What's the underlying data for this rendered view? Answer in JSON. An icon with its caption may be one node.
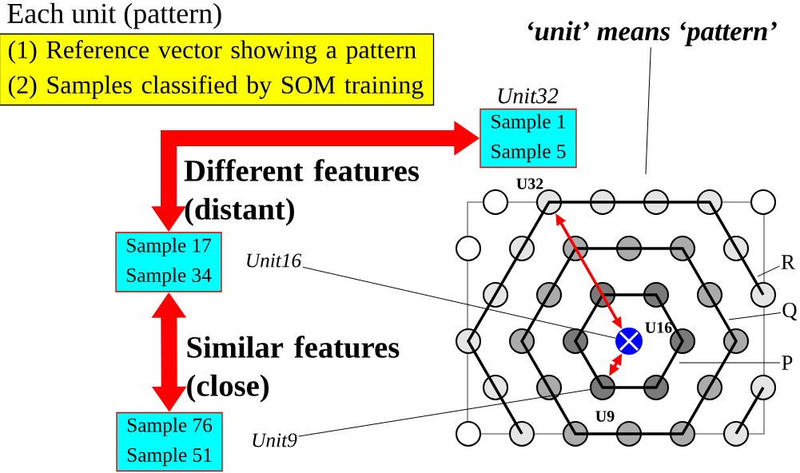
{
  "diagram": {
    "title": "Each unit (pattern)",
    "nodes": [
      {
        "text": [
          "(1) Reference vector showing a pattern",
          "(2) Samples classified by SOM training"
        ]
      },
      {
        "text": [
          "Sample 1",
          "Sample 5"
        ],
        "beside": [
          "Unit32"
        ]
      },
      {
        "text": [
          "Sample 17",
          "Sample 34"
        ]
      },
      {
        "text": [
          "Sample 76",
          "Sample 51"
        ]
      },
      {
        "text": [],
        "shape": "circle",
        "beside": [
          "U32"
        ]
      },
      {
        "text": [],
        "shape": "circle",
        "beside": [
          "U16"
        ]
      },
      {
        "text": [],
        "shape": "circle",
        "beside": [
          "U9"
        ]
      },
      {
        "text": [
          "Unit16"
        ]
      },
      {
        "text": [
          "Unit9"
        ]
      },
      {
        "text": [
          "‘unit’ means ‘pattern’"
        ]
      },
      {
        "text": [
          "R"
        ]
      },
      {
        "text": [
          "Q"
        ]
      },
      {
        "text": [
          "P"
        ]
      }
    ],
    "edges": [
      {
        "from": 2,
        "to": 1,
        "arrow": "both",
        "label": "Different features (distant)",
        "style": "thick",
        "color": "#ff0000"
      },
      {
        "from": 2,
        "to": 3,
        "arrow": "both",
        "label": "Similar features (close)",
        "style": "thick",
        "color": "#ff0000"
      },
      {
        "from": 4,
        "to": 5,
        "arrow": "both",
        "style": "thick",
        "color": "#ff0000"
      },
      {
        "from": 5,
        "to": 6,
        "arrow": "both",
        "style": "thick",
        "color": "#ff0000"
      },
      {
        "from": 7,
        "to": 5,
        "arrow": "none"
      },
      {
        "from": 8,
        "to": 6,
        "arrow": "none"
      },
      {
        "from": 9,
        "to": null,
        "arrow": "none"
      },
      {
        "from": 10,
        "to": null,
        "arrow": "none"
      },
      {
        "from": 11,
        "to": null,
        "arrow": "none"
      },
      {
        "from": 12,
        "to": null,
        "arrow": "none"
      }
    ]
  }
}
